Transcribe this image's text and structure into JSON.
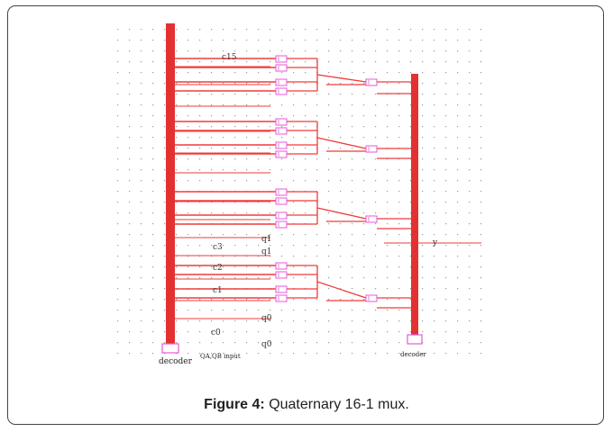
{
  "diagram": {
    "title": "Quaternary 16-1 mux",
    "labels": {
      "c15": "c15",
      "c3": "c3",
      "c2": "c2",
      "c1": "c1",
      "c0": "c0",
      "q1a": "q1",
      "q1b": "q1",
      "q0a": "q0",
      "q0b": "q0",
      "out": "y",
      "decoder_left": "decoder",
      "input_label": "QA,QB input",
      "decoder_right": "decoder"
    },
    "colors": {
      "wire": "#ef3b3b",
      "bus": "#e33131",
      "gate": "#e45ad8",
      "grid_dot": "#9a9a9a"
    }
  },
  "caption": {
    "prefix": "Figure 4:",
    "text": "Quaternary 16-1 mux."
  }
}
